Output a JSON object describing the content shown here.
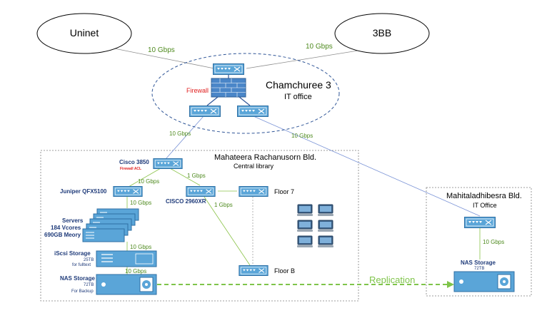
{
  "isp": {
    "uninet": "Uninet",
    "threebb": "3BB",
    "uninet_link": "10 Gbps",
    "threebb_link": "10 Gbps"
  },
  "core": {
    "title": "Chamchuree 3",
    "subtitle": "IT office",
    "firewall_label": "Firewall",
    "uplink_label": "10 Gbps",
    "remote_link_label": "10 Gbps"
  },
  "main_building": {
    "title": "Mahateera Rachanusorn Bld.",
    "subtitle": "Central library",
    "cisco3850": "Cisco 3850",
    "cisco3850_sub": "Firewall ACL",
    "link_3850_2960": "1 Gbps",
    "link_3850_juniper": "10 Gbps",
    "juniper": "Juniper QFX5100",
    "link_juniper_servers": "10 Gbps",
    "cisco2960": "CISCO 2960XR",
    "link_2960_floorb": "1 Gbps",
    "floor7": "Floor 7",
    "floorb": "Floor B",
    "servers_line1": "Servers",
    "servers_line2": "184 Vcores",
    "servers_line3": "690GB Meory",
    "link_servers_iscsi": "10 Gbps",
    "iscsi_line1": "iScsi Storage",
    "iscsi_line2": "25TB",
    "iscsi_line3": "for fulltext",
    "link_iscsi_nas": "10 Gbps",
    "nas_line1": "NAS Storage",
    "nas_line2": "72TB",
    "nas_line3": "For Backup"
  },
  "remote_building": {
    "title": "Mahitaladhibesra  Bld.",
    "subtitle": "IT Office",
    "link_label": "10 Gbps",
    "nas_line1": "NAS Storage",
    "nas_line2": "72TB"
  },
  "replication_label": "Replication",
  "colors": {
    "device_fill": "#5aa5d8",
    "device_stroke": "#2f6fa3",
    "link_blue": "#7a93d6",
    "link_green": "#8bc34a",
    "dash_box": "#7f7f7f",
    "core_ellipse": "#2f5597"
  }
}
